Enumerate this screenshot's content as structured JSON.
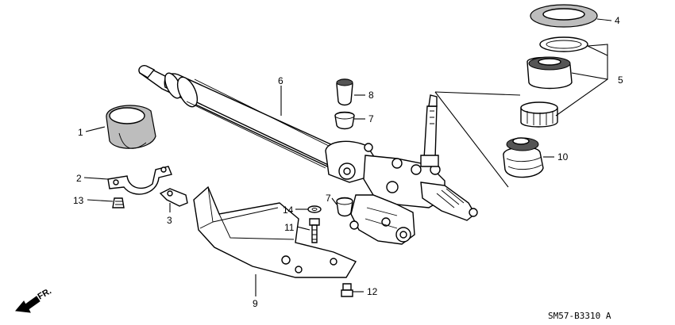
{
  "diagram_code": "SM57-B3310 A",
  "direction_label": "FR.",
  "callouts": {
    "c1": "1",
    "c2": "2",
    "c3": "3",
    "c4": "4",
    "c5": "5",
    "c6": "6",
    "c7a": "7",
    "c7b": "7",
    "c8": "8",
    "c9": "9",
    "c10": "10",
    "c11": "11",
    "c12": "12",
    "c13": "13",
    "c14": "14"
  }
}
